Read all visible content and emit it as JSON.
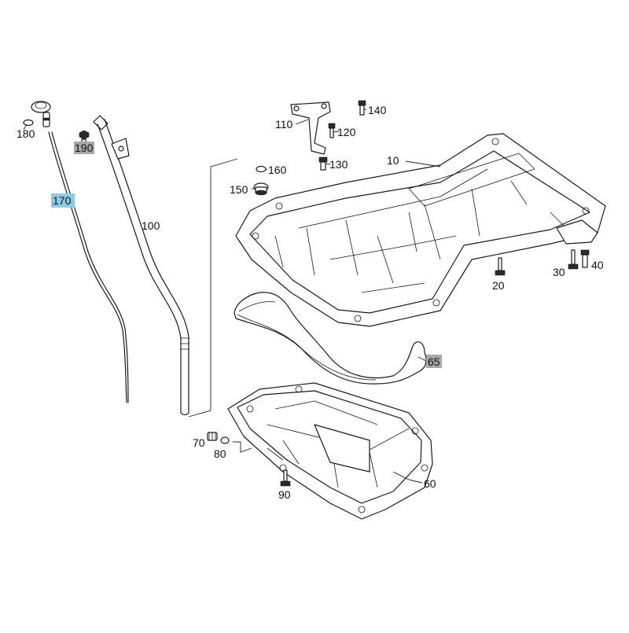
{
  "colors": {
    "highlight_blue": "#8ecae6",
    "highlight_gray": "#a8a8a8",
    "line": "#1a1a1a",
    "background": "#ffffff"
  },
  "callouts": {
    "c10": "10",
    "c20": "20",
    "c30": "30",
    "c40": "40",
    "c60": "60",
    "c65": "65",
    "c70": "70",
    "c80": "80",
    "c90": "90",
    "c100": "100",
    "c110": "110",
    "c120": "120",
    "c130": "130",
    "c140": "140",
    "c150": "150",
    "c160": "160",
    "c170": "170",
    "c180": "180",
    "c190": "190"
  }
}
